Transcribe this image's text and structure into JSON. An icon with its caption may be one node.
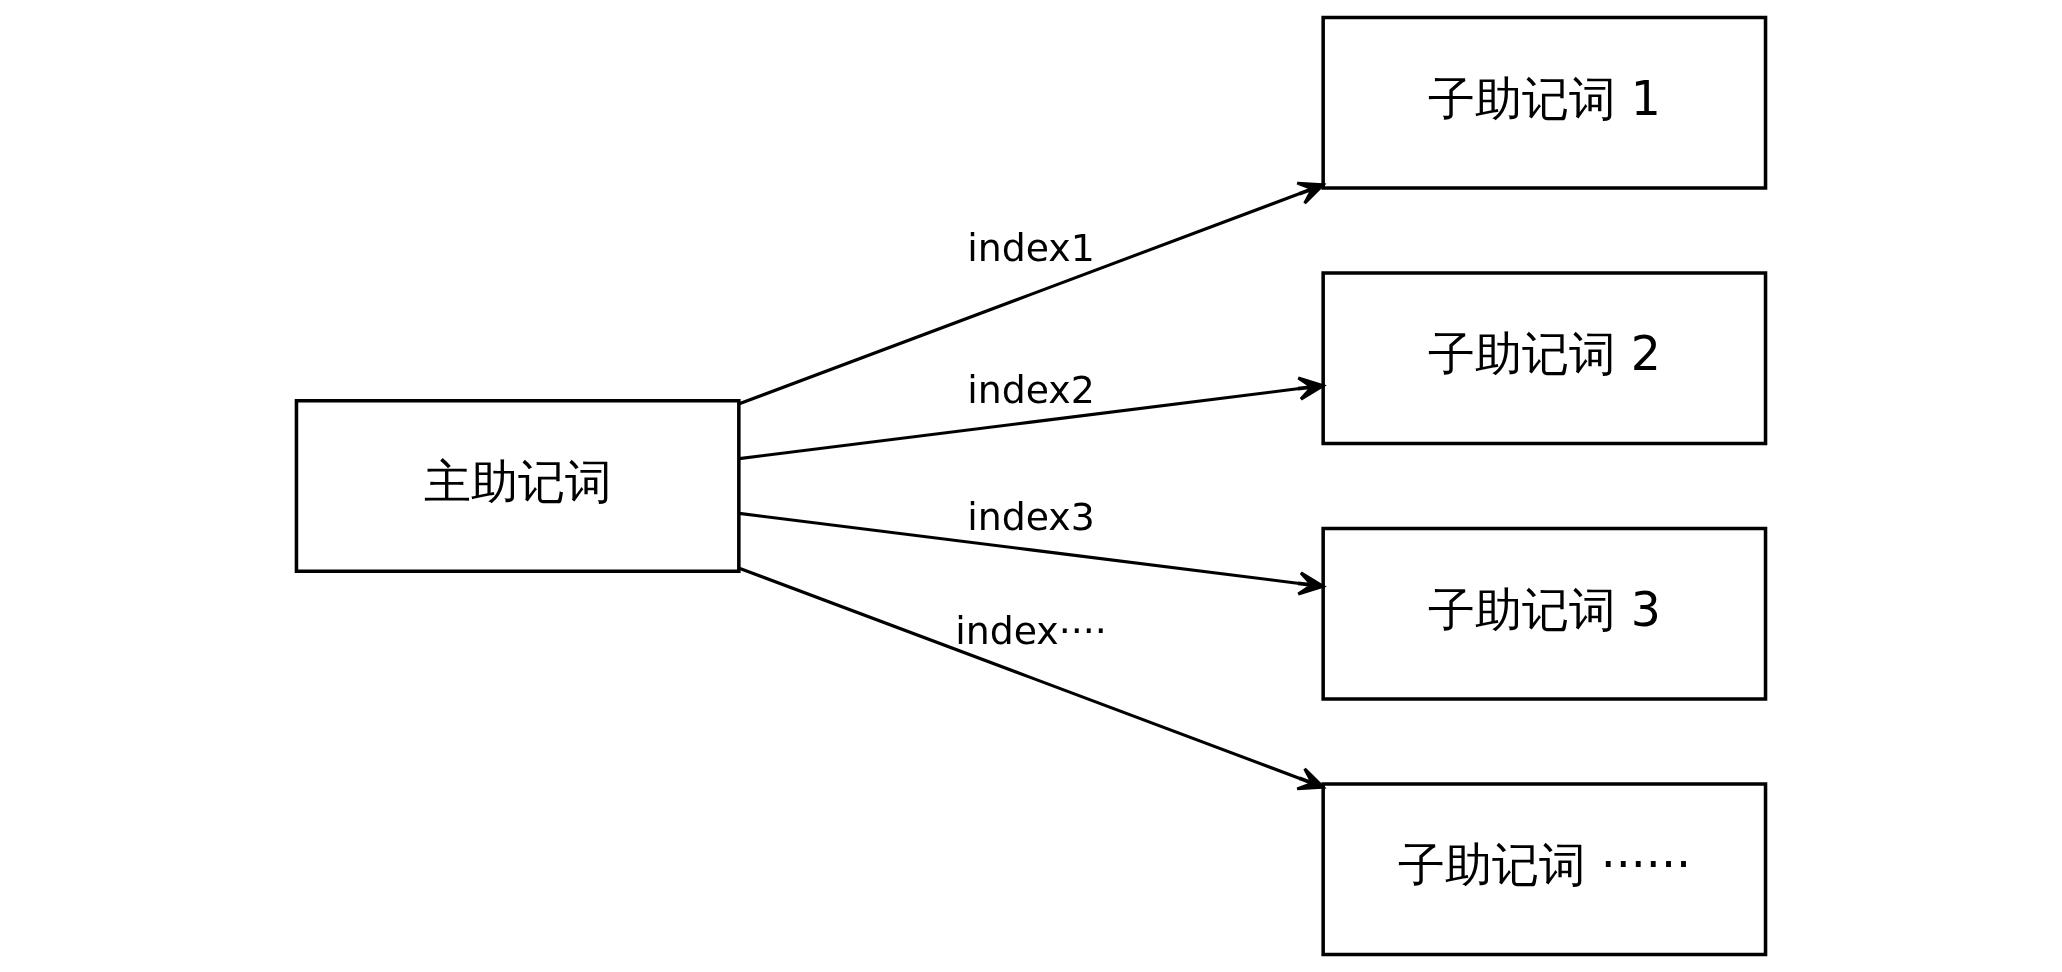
{
  "diagram": {
    "nodes": [
      {
        "text": [
          "主助记词"
        ]
      },
      {
        "text": [
          "子助记词 1"
        ]
      },
      {
        "text": [
          "子助记词 2"
        ]
      },
      {
        "text": [
          "子助记词 3"
        ]
      },
      {
        "text": [
          "子助记词 ······"
        ]
      }
    ],
    "edges": [
      {
        "from": 0,
        "to": 1,
        "arrow": "to",
        "label": "index1"
      },
      {
        "from": 0,
        "to": 2,
        "arrow": "to",
        "label": "index2"
      },
      {
        "from": 0,
        "to": 3,
        "arrow": "to",
        "label": "index3"
      },
      {
        "from": 0,
        "to": 4,
        "arrow": "to",
        "label": "index····"
      }
    ]
  }
}
